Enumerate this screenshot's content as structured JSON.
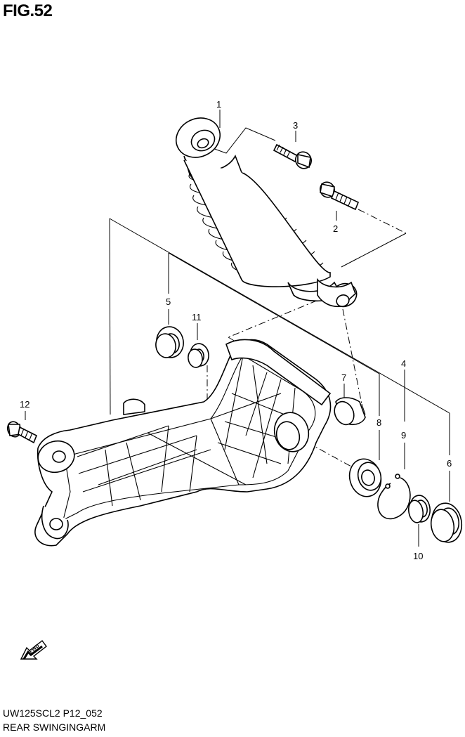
{
  "figure": {
    "title": "FIG.52",
    "model_code": "UW125SCL2 P12_052",
    "part_name": "REAR SWINGINGARM"
  },
  "callouts": [
    "1",
    "2",
    "3",
    "4",
    "5",
    "6",
    "7",
    "8",
    "9",
    "10",
    "11",
    "12"
  ],
  "direction_badge": "FWD",
  "icons": {
    "shock_absorber": "shock-absorber-icon",
    "swingarm": "swingarm-icon",
    "bolt": "bolt-icon",
    "bearing": "bearing-icon",
    "circlip": "circlip-icon",
    "oil_seal": "oil-seal-icon",
    "spacer": "spacer-icon",
    "fwd_arrow": "fwd-arrow-icon"
  }
}
